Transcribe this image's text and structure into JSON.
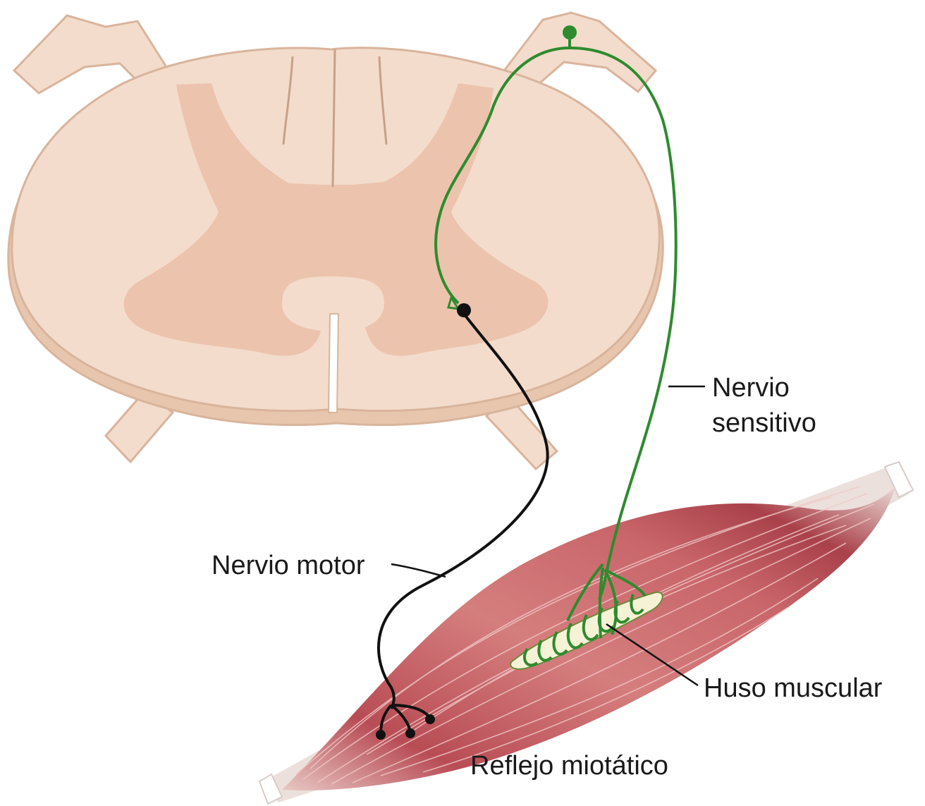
{
  "labels": {
    "sensory_nerve_line1": "Nervio",
    "sensory_nerve_line2": "sensitivo",
    "motor_nerve": "Nervio motor",
    "muscle_spindle": "Huso muscular",
    "caption": "Reflejo miotático"
  },
  "colors": {
    "white_matter": "#f3dccb",
    "white_matter_edge": "#e8c6ae",
    "gray_matter": "#ecc3ad",
    "outline": "#d9b49c",
    "sensory_nerve": "#2e8b2e",
    "motor_nerve": "#111111",
    "muscle": "#c45a5e",
    "muscle_dark": "#9c3a40",
    "tendon": "#efe6e2",
    "spindle": "#f6f2d6"
  }
}
